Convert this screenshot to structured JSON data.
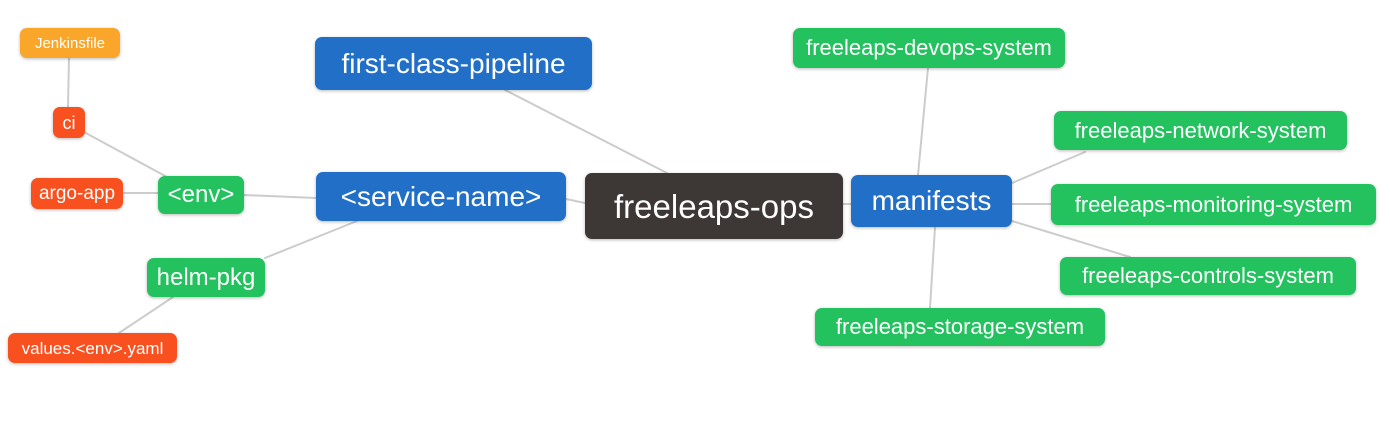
{
  "colors": {
    "background": "#FFFFFF",
    "text": "#FFFFFF",
    "edge": "#CCCCCC",
    "orange": "#F9A62B",
    "red": "#F8501F",
    "green": "#23C25F",
    "blue": "#226FC8",
    "dark": "#3D3836"
  },
  "nodes": [
    {
      "id": "jenkinsfile",
      "label": "Jenkinsfile",
      "color": "orange"
    },
    {
      "id": "ci",
      "label": "ci",
      "color": "red"
    },
    {
      "id": "argo-app",
      "label": "argo-app",
      "color": "red"
    },
    {
      "id": "env",
      "label": "<env>",
      "color": "green"
    },
    {
      "id": "helm-pkg",
      "label": "helm-pkg",
      "color": "green"
    },
    {
      "id": "values-env-yaml",
      "label": "values.<env>.yaml",
      "color": "red"
    },
    {
      "id": "first-class-pipeline",
      "label": "first-class-pipeline",
      "color": "blue"
    },
    {
      "id": "service-name",
      "label": "<service-name>",
      "color": "blue"
    },
    {
      "id": "freeleaps-ops",
      "label": "freeleaps-ops",
      "color": "dark"
    },
    {
      "id": "manifests",
      "label": "manifests",
      "color": "blue"
    },
    {
      "id": "freeleaps-devops-system",
      "label": "freeleaps-devops-system",
      "color": "green"
    },
    {
      "id": "freeleaps-network-system",
      "label": "freeleaps-network-system",
      "color": "green"
    },
    {
      "id": "freeleaps-monitoring-system",
      "label": "freeleaps-monitoring-system",
      "color": "green"
    },
    {
      "id": "freeleaps-controls-system",
      "label": "freeleaps-controls-system",
      "color": "green"
    },
    {
      "id": "freeleaps-storage-system",
      "label": "freeleaps-storage-system",
      "color": "green"
    }
  ],
  "edges": [
    {
      "from": "jenkinsfile",
      "to": "ci"
    },
    {
      "from": "ci",
      "to": "env"
    },
    {
      "from": "argo-app",
      "to": "env"
    },
    {
      "from": "env",
      "to": "service-name"
    },
    {
      "from": "service-name",
      "to": "helm-pkg"
    },
    {
      "from": "helm-pkg",
      "to": "values-env-yaml"
    },
    {
      "from": "first-class-pipeline",
      "to": "freeleaps-ops"
    },
    {
      "from": "service-name",
      "to": "freeleaps-ops"
    },
    {
      "from": "freeleaps-ops",
      "to": "manifests"
    },
    {
      "from": "manifests",
      "to": "freeleaps-devops-system"
    },
    {
      "from": "manifests",
      "to": "freeleaps-network-system"
    },
    {
      "from": "manifests",
      "to": "freeleaps-monitoring-system"
    },
    {
      "from": "manifests",
      "to": "freeleaps-controls-system"
    },
    {
      "from": "manifests",
      "to": "freeleaps-storage-system"
    }
  ]
}
